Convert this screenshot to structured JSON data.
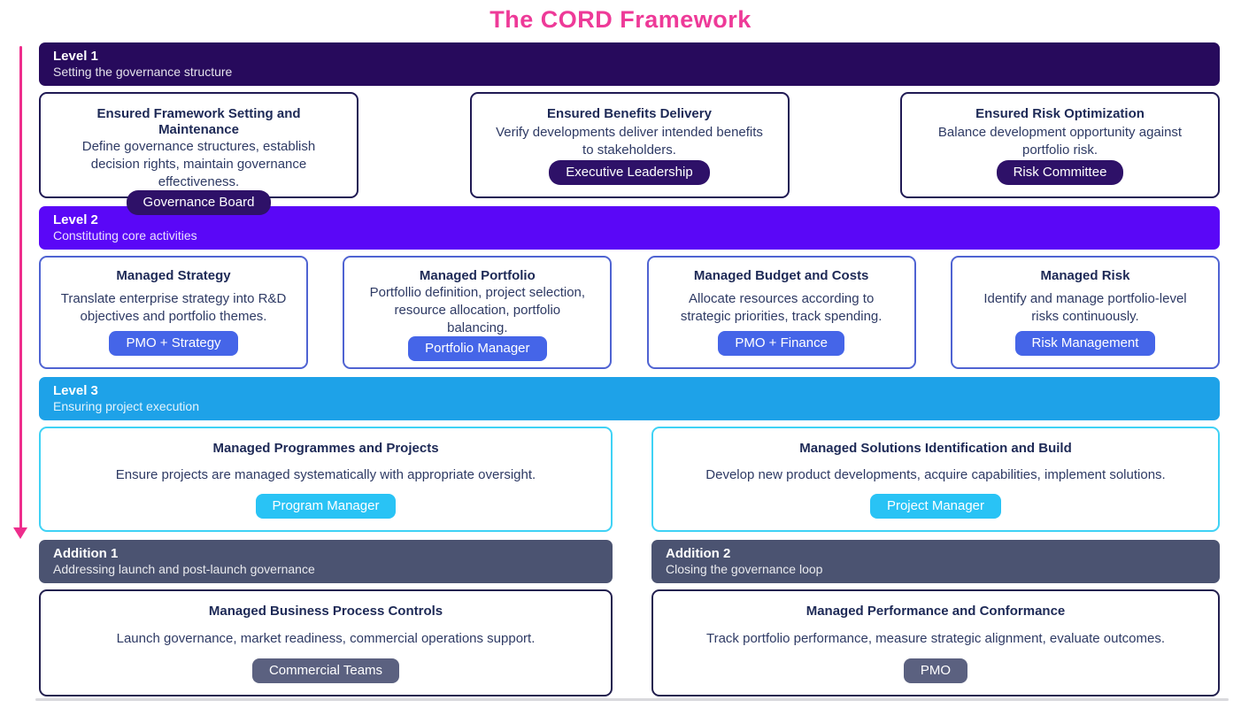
{
  "page": {
    "title": "The CORD Framework"
  },
  "colors": {
    "title_pink": "#ee3a98",
    "arrow_pink": "#ee2d8c",
    "level1_banner": "#270a5c",
    "level1_card_border": "#201a54",
    "level1_badge": "#2e1168",
    "level2_banner": "#5a07f7",
    "level2_card_border": "#4f63d2",
    "level2_badge": "#4565e8",
    "level3_banner": "#1ea2e8",
    "level3_card_border": "#3fd2f5",
    "level3_badge": "#29c3f5",
    "addition_banner": "#4b5371",
    "addition_card_border": "#23204f",
    "addition_badge": "#5b6180",
    "card_title_text": "#1d2956",
    "card_body_text": "#2e3a64"
  },
  "level1": {
    "banner": {
      "title": "Level 1",
      "subtitle": "Setting the governance structure"
    },
    "cards": [
      {
        "title": "Ensured Framework Setting and Maintenance",
        "body": "Define governance structures, establish decision rights, maintain governance effectiveness.",
        "badge": "Governance Board"
      },
      {
        "title": "Ensured Benefits Delivery",
        "body": "Verify developments deliver intended benefits to stakeholders.",
        "badge": "Executive Leadership"
      },
      {
        "title": "Ensured Risk Optimization",
        "body": "Balance development opportunity against portfolio risk.",
        "badge": "Risk Committee"
      }
    ]
  },
  "level2": {
    "banner": {
      "title": "Level 2",
      "subtitle": "Constituting core activities"
    },
    "cards": [
      {
        "title": "Managed Strategy",
        "body": "Translate enterprise strategy into R&D objectives and portfolio themes.",
        "badge": "PMO + Strategy"
      },
      {
        "title": "Managed Portfolio",
        "body": "Portfollio definition, project selection, resource allocation, portfolio balancing.",
        "badge": "Portfolio Manager"
      },
      {
        "title": "Managed Budget and Costs",
        "body": "Allocate resources according to strategic priorities, track spending.",
        "badge": "PMO + Finance"
      },
      {
        "title": "Managed Risk",
        "body": "Identify and manage portfolio-level risks continuously.",
        "badge": "Risk Management"
      }
    ]
  },
  "level3": {
    "banner": {
      "title": "Level 3",
      "subtitle": "Ensuring project execution"
    },
    "cards": [
      {
        "title": "Managed Programmes and Projects",
        "body": "Ensure projects are managed systematically with appropriate oversight.",
        "badge": "Program Manager"
      },
      {
        "title": "Managed Solutions Identification and Build",
        "body": "Develop new product developments, acquire capabilities, implement solutions.",
        "badge": "Project Manager"
      }
    ]
  },
  "additions": {
    "banners": [
      {
        "title": "Addition 1",
        "subtitle": "Addressing launch and post-launch governance"
      },
      {
        "title": "Addition 2",
        "subtitle": "Closing the governance loop"
      }
    ],
    "cards": [
      {
        "title": "Managed Business Process Controls",
        "body": "Launch governance, market readiness, commercial operations support.",
        "badge": "Commercial Teams"
      },
      {
        "title": "Managed Performance and Conformance",
        "body": "Track portfolio performance, measure strategic alignment, evaluate outcomes.",
        "badge": "PMO"
      }
    ]
  }
}
